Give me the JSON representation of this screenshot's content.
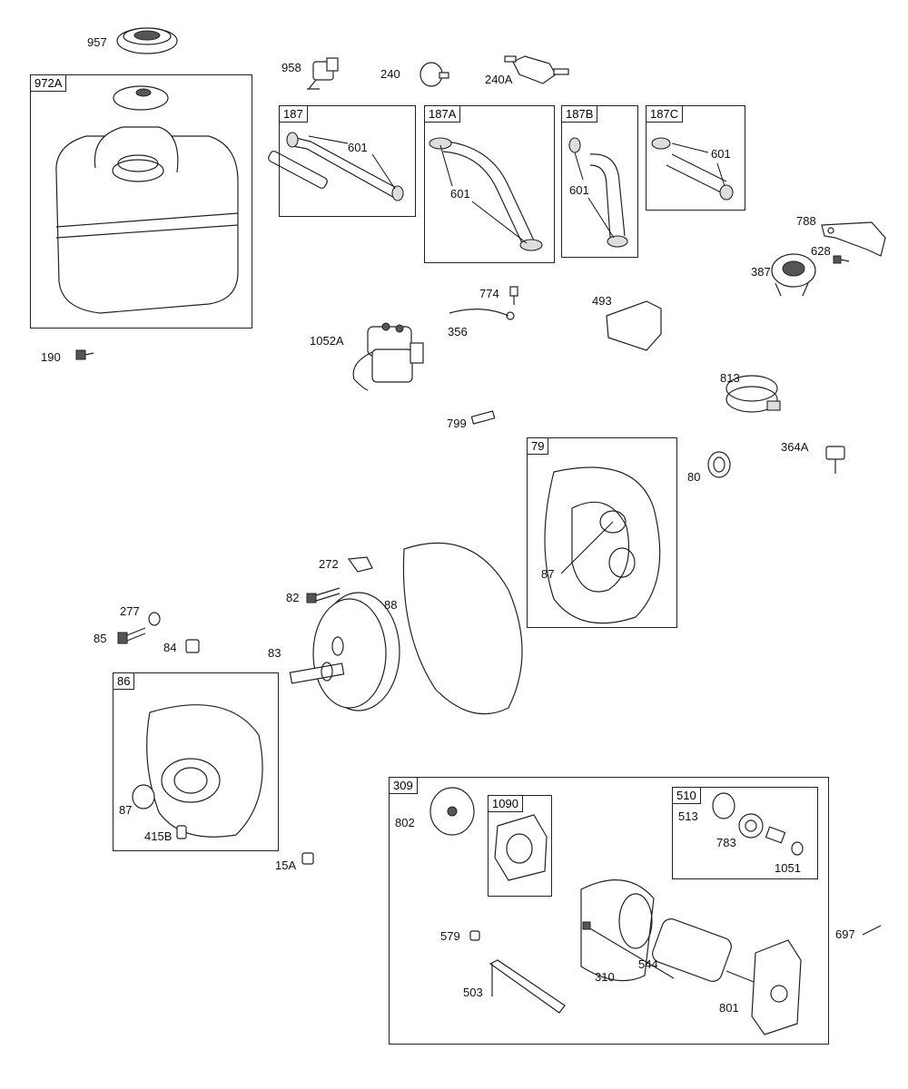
{
  "groups": {
    "g972A": "972A",
    "g187": "187",
    "g187A": "187A",
    "g187B": "187B",
    "g187C": "187C",
    "g79": "79",
    "g86": "86",
    "g309": "309",
    "g1090": "1090",
    "g510": "510"
  },
  "labels": {
    "l957": "957",
    "l958": "958",
    "l240": "240",
    "l240A": "240A",
    "l601a": "601",
    "l601b": "601",
    "l601c": "601",
    "l601d": "601",
    "l788": "788",
    "l628": "628",
    "l387": "387",
    "l774": "774",
    "l356": "356",
    "l1052A": "1052A",
    "l493": "493",
    "l190": "190",
    "l813": "813",
    "l799": "799",
    "l364A": "364A",
    "l80": "80",
    "l87a": "87",
    "l272": "272",
    "l82": "82",
    "l88": "88",
    "l277": "277",
    "l85": "85",
    "l84": "84",
    "l83": "83",
    "l87b": "87",
    "l415B": "415B",
    "l15A": "15A",
    "l802": "802",
    "l513": "513",
    "l783": "783",
    "l1051": "1051",
    "l697": "697",
    "l579": "579",
    "l544": "544",
    "l310": "310",
    "l503": "503",
    "l801": "801"
  }
}
